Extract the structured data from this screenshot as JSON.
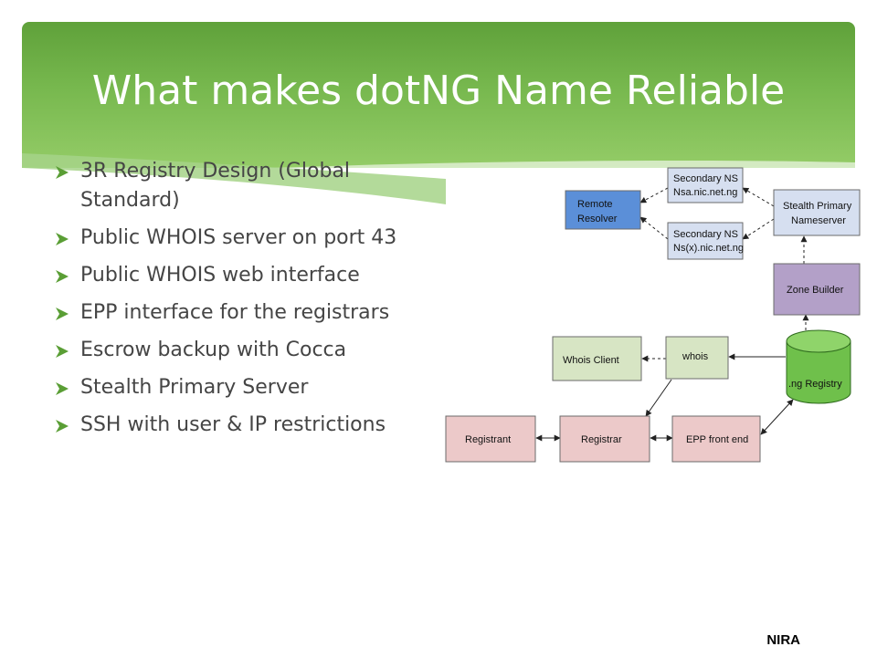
{
  "title": "What makes dotNG Name Reliable",
  "bullets": [
    " 3R Registry Design (Global Standard)",
    "Public WHOIS server on port 43",
    "Public WHOIS web interface",
    " EPP interface for the registrars",
    " Escrow backup with Cocca",
    " Stealth Primary Server",
    " SSH  with user & IP restrictions"
  ],
  "diagram": {
    "remote_resolver": [
      "Remote",
      "Resolver"
    ],
    "secondary_ns_1": [
      "Secondary NS",
      "Nsa.nic.net.ng"
    ],
    "secondary_ns_2": [
      "Secondary NS",
      "Ns(x).nic.net.ng"
    ],
    "stealth_primary": [
      "Stealth Primary",
      "Nameserver"
    ],
    "zone_builder": "Zone Builder",
    "whois_client": "Whois Client",
    "whois": "whois",
    "registry": ".ng Registry",
    "registrant": "Registrant",
    "registrar": "Registrar",
    "epp_front_end": "EPP front end",
    "colors": {
      "resolver": "#5b8fd8",
      "nameserver": "#d6dff0",
      "zone_builder": "#b3a0c8",
      "whois": "#d7e5c4",
      "registry": "#6fc04b",
      "registrar": "#ecc9c9"
    }
  },
  "footer": "NIRA"
}
